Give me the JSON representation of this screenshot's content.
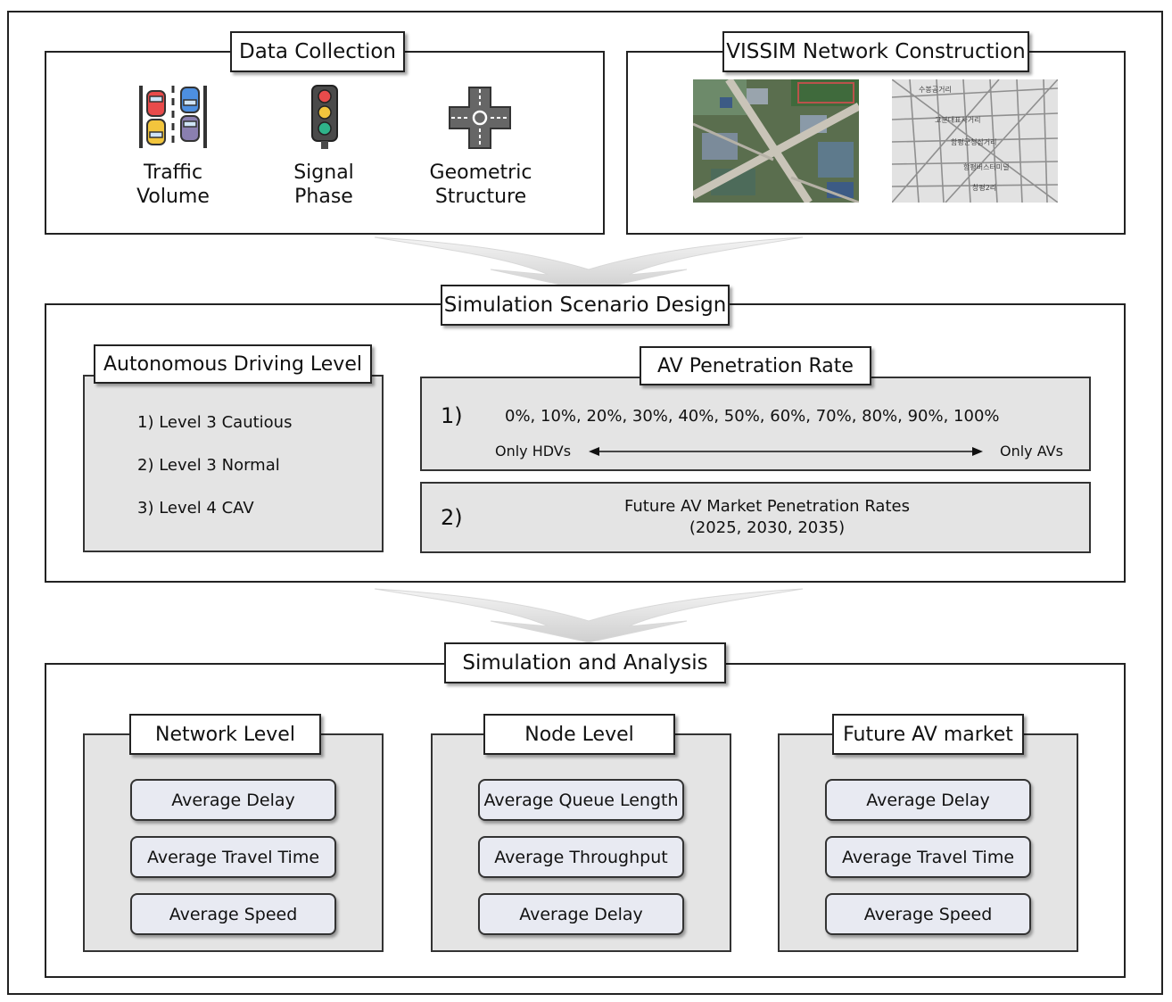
{
  "data_collection": {
    "title": "Data Collection",
    "items": [
      {
        "line1": "Traffic",
        "line2": "Volume",
        "icon": "traffic-lanes-icon"
      },
      {
        "line1": "Signal",
        "line2": "Phase",
        "icon": "traffic-light-icon"
      },
      {
        "line1": "Geometric",
        "line2": "Structure",
        "icon": "intersection-icon"
      }
    ]
  },
  "vissim": {
    "title": "VISSIM Network Construction",
    "map_labels": [
      "수봉공거리",
      "고분대표사거리",
      "함평군청삼거리",
      "항평버스터미널",
      "창평2리"
    ]
  },
  "scenario": {
    "title": "Simulation Scenario Design",
    "driving_level": {
      "title": "Autonomous Driving Level",
      "items": [
        "1) Level 3 Cautious",
        "2) Level 3 Normal",
        "3) Level 4 CAV"
      ]
    },
    "penetration": {
      "title": "AV Penetration Rate",
      "row1_num": "1)",
      "rates": "0%, 10%, 20%, 30%, 40%, 50%, 60%, 70%, 80%, 90%, 100%",
      "left_label": "Only HDVs",
      "right_label": "Only AVs",
      "row2_num": "2)",
      "future_line1": "Future AV Market Penetration Rates",
      "future_line2": "(2025, 2030, 2035)"
    }
  },
  "analysis": {
    "title": "Simulation and Analysis",
    "groups": [
      {
        "title": "Network Level",
        "items": [
          "Average Delay",
          "Average Travel Time",
          "Average Speed"
        ]
      },
      {
        "title": "Node Level",
        "items": [
          "Average Queue Length",
          "Average Throughput",
          "Average Delay"
        ]
      },
      {
        "title": "Future AV market",
        "items": [
          "Average Delay",
          "Average Travel Time",
          "Average Speed"
        ]
      }
    ]
  }
}
